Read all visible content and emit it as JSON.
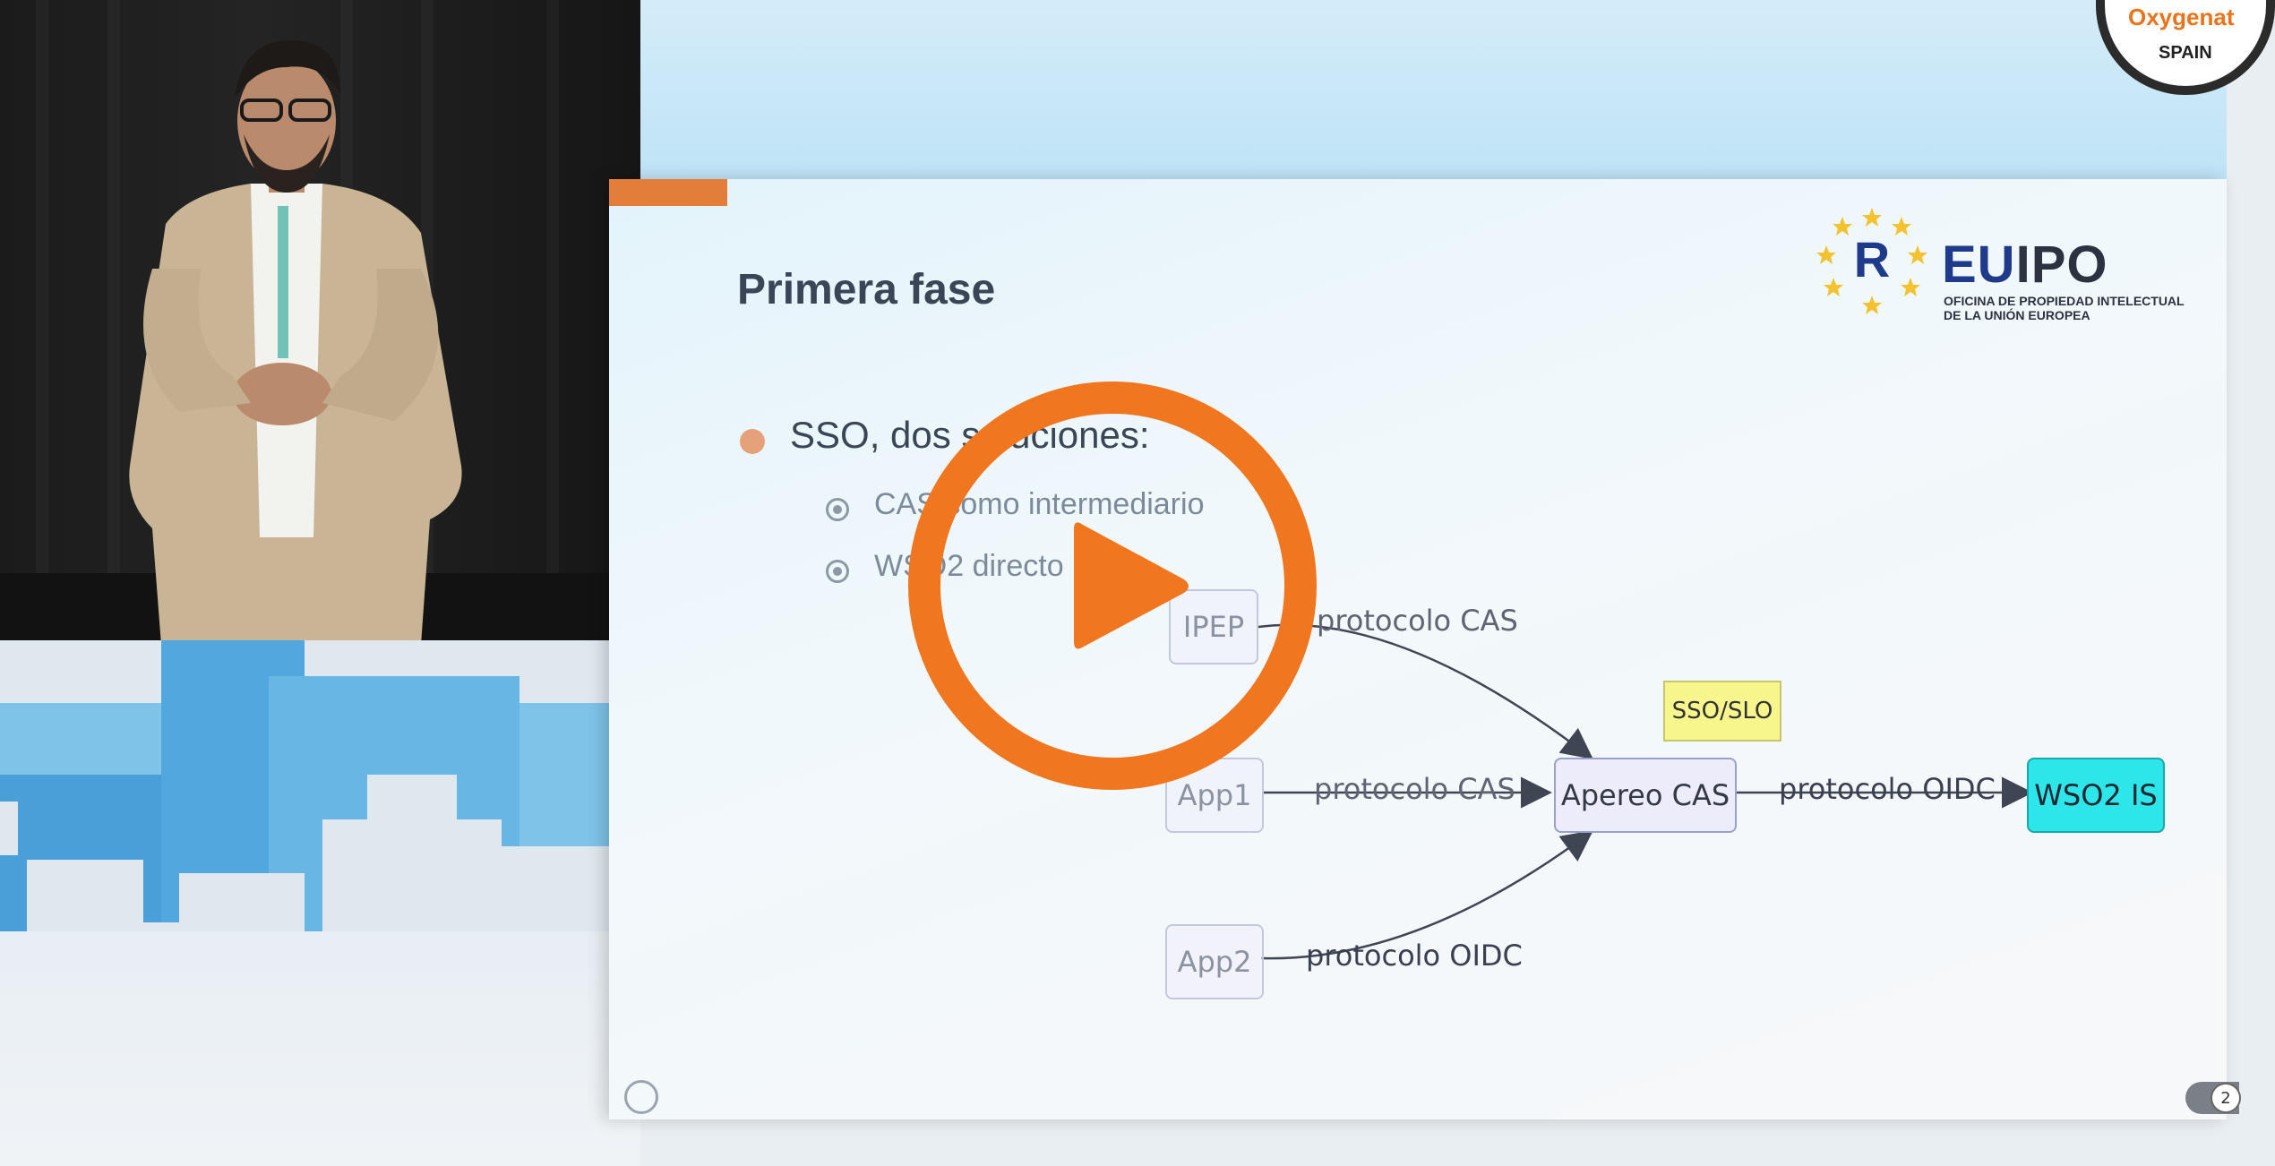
{
  "badge": {
    "logo": "Oxygenat",
    "country": "SPAIN"
  },
  "slide": {
    "title": "Primera fase",
    "logo": {
      "wordmark_eu": "EU",
      "wordmark_ipo": "IPO",
      "subtitle_line1": "OFICINA DE PROPIEDAD INTELECTUAL",
      "subtitle_line2": "DE LA UNIÓN EUROPEA"
    },
    "bullet": "SSO, dos soluciones:",
    "sub_bullets": [
      "CAS como intermediario",
      "WSO2 directo"
    ],
    "diagram": {
      "nodes": {
        "ipep": "IPEP",
        "app1": "App1",
        "app2": "App2",
        "cas": "Apereo CAS",
        "wso2": "WSO2 IS"
      },
      "note": "SSO/SLO",
      "edges": {
        "ipep_cas": "protocolo CAS",
        "app1_cas": "protocolo CAS",
        "app2_cas": "protocolo OIDC",
        "cas_wso2": "protocolo OIDC"
      }
    },
    "page_number": "2"
  },
  "colors": {
    "play": "#f07620",
    "slide_accent": "#e37d3a",
    "wso2_node": "#2de6ea",
    "note": "#f7f68d"
  },
  "icons": [
    "play-icon",
    "eu-star-emblem-icon",
    "radio-bullet-icon",
    "activity-icon"
  ]
}
